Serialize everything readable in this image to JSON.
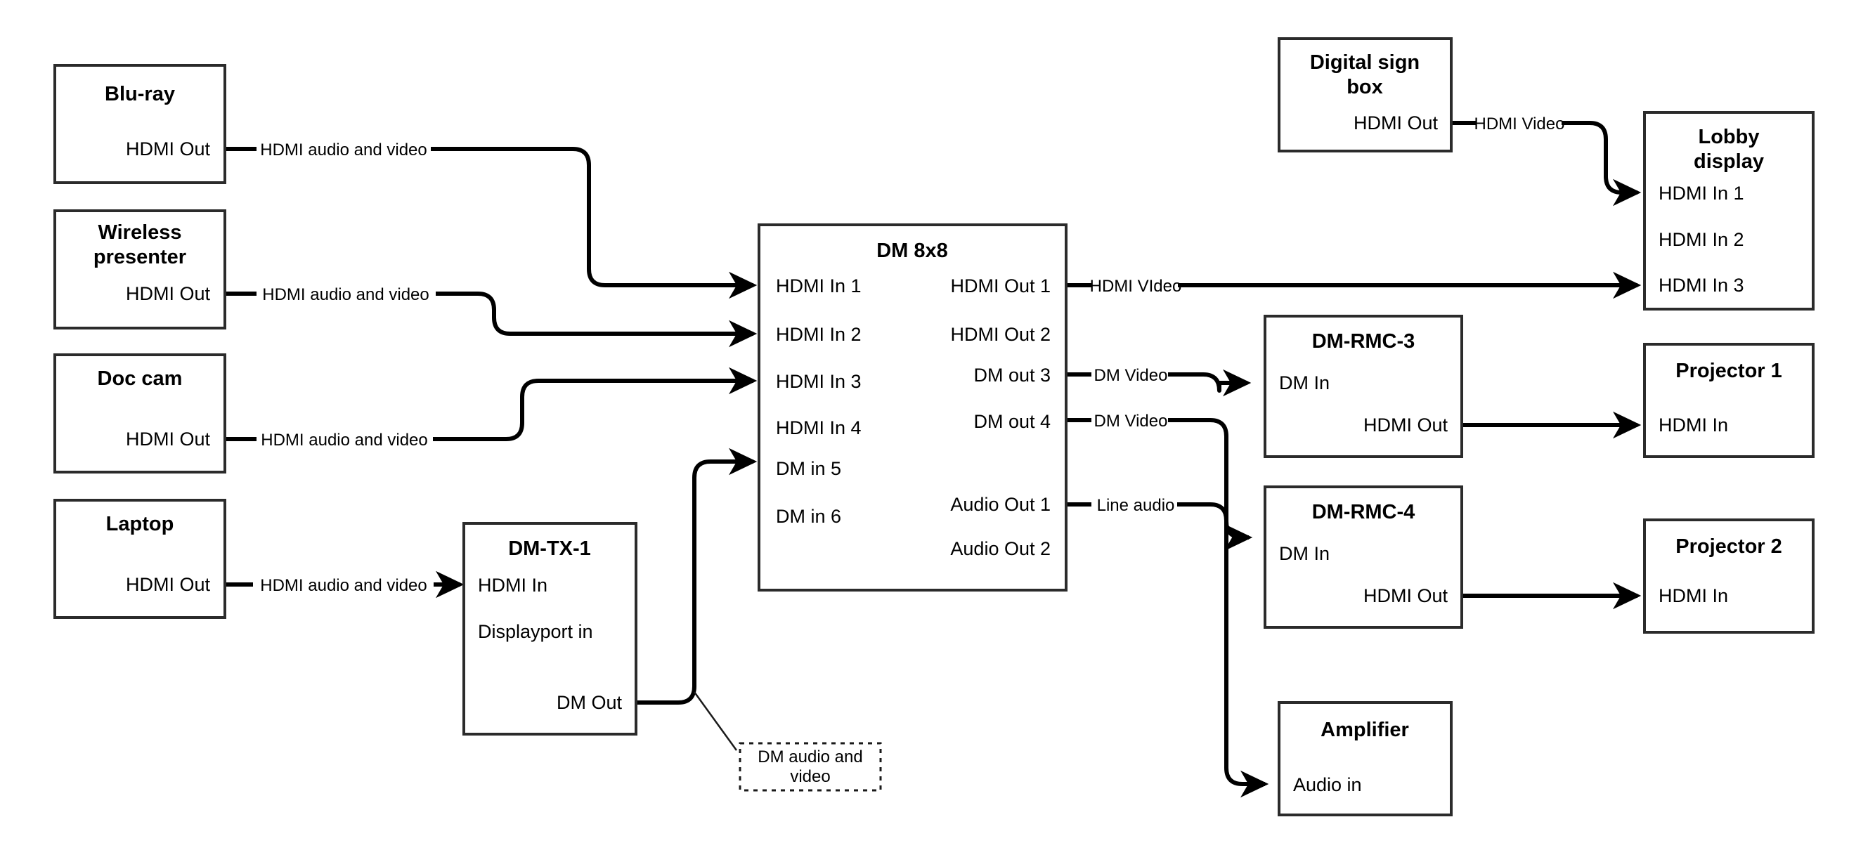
{
  "diagram": {
    "title": "AV Signal Flow Diagram",
    "background_color": "#ffffff",
    "line_color": "#000000",
    "box_stroke_color": "#2b2b2b"
  },
  "nodes": {
    "bluray": {
      "title": "Blu-ray",
      "ports": {
        "out1": "HDMI Out"
      }
    },
    "wireless_presenter": {
      "title_line1": "Wireless",
      "title_line2": "presenter",
      "ports": {
        "out1": "HDMI Out"
      }
    },
    "doc_cam": {
      "title": "Doc cam",
      "ports": {
        "out1": "HDMI Out"
      }
    },
    "laptop": {
      "title": "Laptop",
      "ports": {
        "out1": "HDMI Out"
      }
    },
    "dm_tx_1": {
      "title": "DM-TX-1",
      "ports": {
        "in1": "HDMI In",
        "in2": "Displayport in",
        "out1": "DM Out"
      }
    },
    "dm_8x8": {
      "title": "DM 8x8",
      "inputs": [
        "HDMI In 1",
        "HDMI In 2",
        "HDMI In 3",
        "HDMI In 4",
        "DM in 5",
        "DM in 6"
      ],
      "outputs": [
        "HDMI Out 1",
        "HDMI Out 2",
        "DM out 3",
        "DM out 4",
        "Audio Out 1",
        "Audio Out 2"
      ]
    },
    "digital_sign_box": {
      "title_line1": "Digital sign",
      "title_line2": "box",
      "ports": {
        "out1": "HDMI Out"
      }
    },
    "lobby_display": {
      "title_line1": "Lobby",
      "title_line2": "display",
      "inputs": [
        "HDMI In 1",
        "HDMI In 2",
        "HDMI In 3"
      ]
    },
    "dm_rmc_3": {
      "title": "DM-RMC-3",
      "ports": {
        "in1": "DM In",
        "out1": "HDMI Out"
      }
    },
    "dm_rmc_4": {
      "title": "DM-RMC-4",
      "ports": {
        "in1": "DM In",
        "out1": "HDMI Out"
      }
    },
    "projector_1": {
      "title": "Projector 1",
      "ports": {
        "in1": "HDMI In"
      }
    },
    "projector_2": {
      "title": "Projector 2",
      "ports": {
        "in1": "HDMI In"
      }
    },
    "amplifier": {
      "title": "Amplifier",
      "ports": {
        "in1": "Audio in"
      }
    }
  },
  "links": {
    "bluray_to_dm": "HDMI audio and video",
    "wireless_to_dm": "HDMI audio and video",
    "doccam_to_dm": "HDMI audio and video",
    "laptop_to_tx": "HDMI audio and video",
    "signbox_to_lobby": "HDMI Video",
    "dm_out1_to_lobby": "HDMI VIdeo",
    "dm_out3_to_rmc3": "DM Video",
    "dm_out4_to_rmc4": "DM Video",
    "dm_audio_to_amp": "Line audio"
  },
  "callouts": {
    "dm_tx_out": {
      "line1": "DM audio and",
      "line2": "video"
    }
  }
}
